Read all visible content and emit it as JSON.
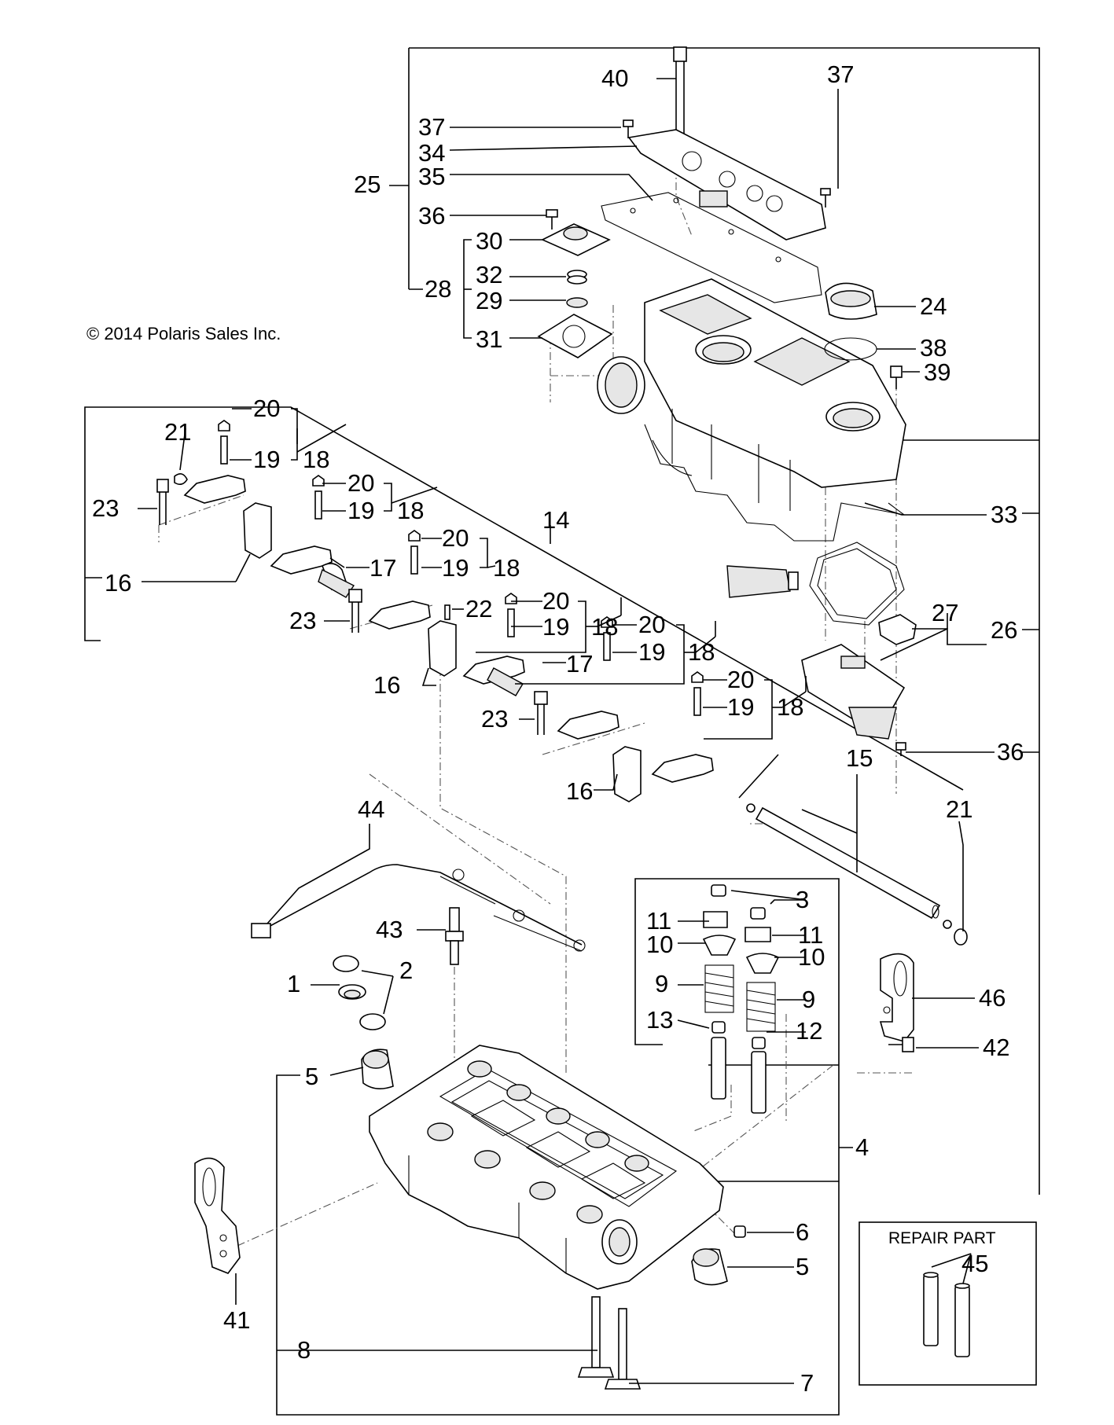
{
  "copyright": "© 2014 Polaris Sales Inc.",
  "repair_part_title": "REPAIR PART",
  "callouts": {
    "c1": "1",
    "c2": "2",
    "c3": "3",
    "c4": "4",
    "c5a": "5",
    "c5b": "5",
    "c6": "6",
    "c7": "7",
    "c8": "8",
    "c9a": "9",
    "c9b": "9",
    "c10a": "10",
    "c10b": "10",
    "c11a": "11",
    "c11b": "11",
    "c12": "12",
    "c13": "13",
    "c14": "14",
    "c15": "15",
    "c16a": "16",
    "c16b": "16",
    "c16c": "16",
    "c17a": "17",
    "c17b": "17",
    "c18a": "18",
    "c18b": "18",
    "c18c": "18",
    "c18d": "18",
    "c18e": "18",
    "c18f": "18",
    "c19a": "19",
    "c19b": "19",
    "c19c": "19",
    "c19d": "19",
    "c19e": "19",
    "c19f": "19",
    "c20a": "20",
    "c20b": "20",
    "c20c": "20",
    "c20d": "20",
    "c20e": "20",
    "c20f": "20",
    "c21a": "21",
    "c21b": "21",
    "c22": "22",
    "c23a": "23",
    "c23b": "23",
    "c23c": "23",
    "c24": "24",
    "c25": "25",
    "c26": "26",
    "c27": "27",
    "c28": "28",
    "c29": "29",
    "c30": "30",
    "c31": "31",
    "c32": "32",
    "c33": "33",
    "c34": "34",
    "c35": "35",
    "c36a": "36",
    "c36b": "36",
    "c37a": "37",
    "c37b": "37",
    "c38": "38",
    "c39": "39",
    "c40": "40",
    "c41": "41",
    "c42": "42",
    "c43": "43",
    "c44": "44",
    "c45": "45",
    "c46": "46"
  }
}
